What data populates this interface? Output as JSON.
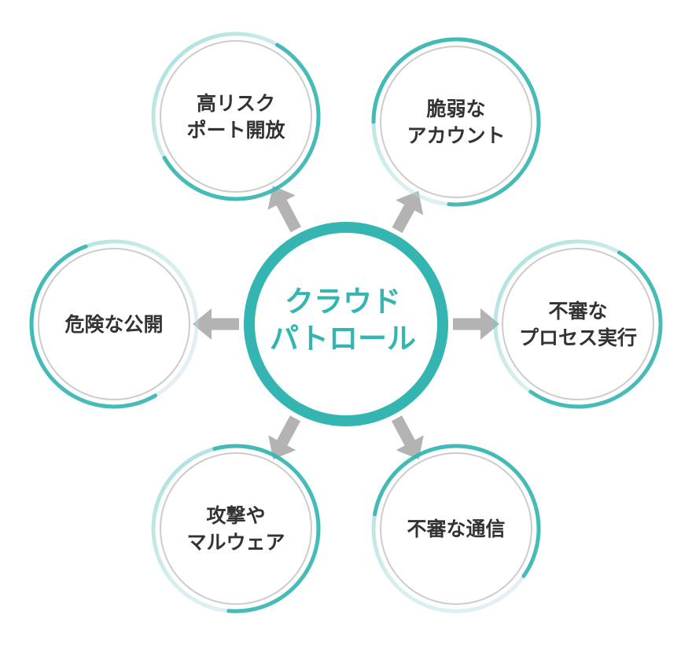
{
  "center": {
    "lines": [
      "クラウド",
      "パトロール"
    ]
  },
  "nodes": [
    {
      "id": "high-risk-port",
      "lines": [
        "高リスク",
        "ポート開放"
      ]
    },
    {
      "id": "weak-account",
      "lines": [
        "脆弱な",
        "アカウント"
      ]
    },
    {
      "id": "suspicious-process",
      "lines": [
        "不審な",
        "プロセス実行"
      ]
    },
    {
      "id": "suspicious-traffic",
      "lines": [
        "不審な通信"
      ]
    },
    {
      "id": "attack-malware",
      "lines": [
        "攻撃や",
        "マルウェア"
      ]
    },
    {
      "id": "dangerous-exposure",
      "lines": [
        "危険な公開"
      ]
    }
  ],
  "colors": {
    "teal": "#35b5b1",
    "light_teal": "#a8dcd9",
    "light_blue": "#c9dcef",
    "arrow": "#b3b3b3",
    "circle_border": "#cccccc",
    "text": "#333333"
  }
}
